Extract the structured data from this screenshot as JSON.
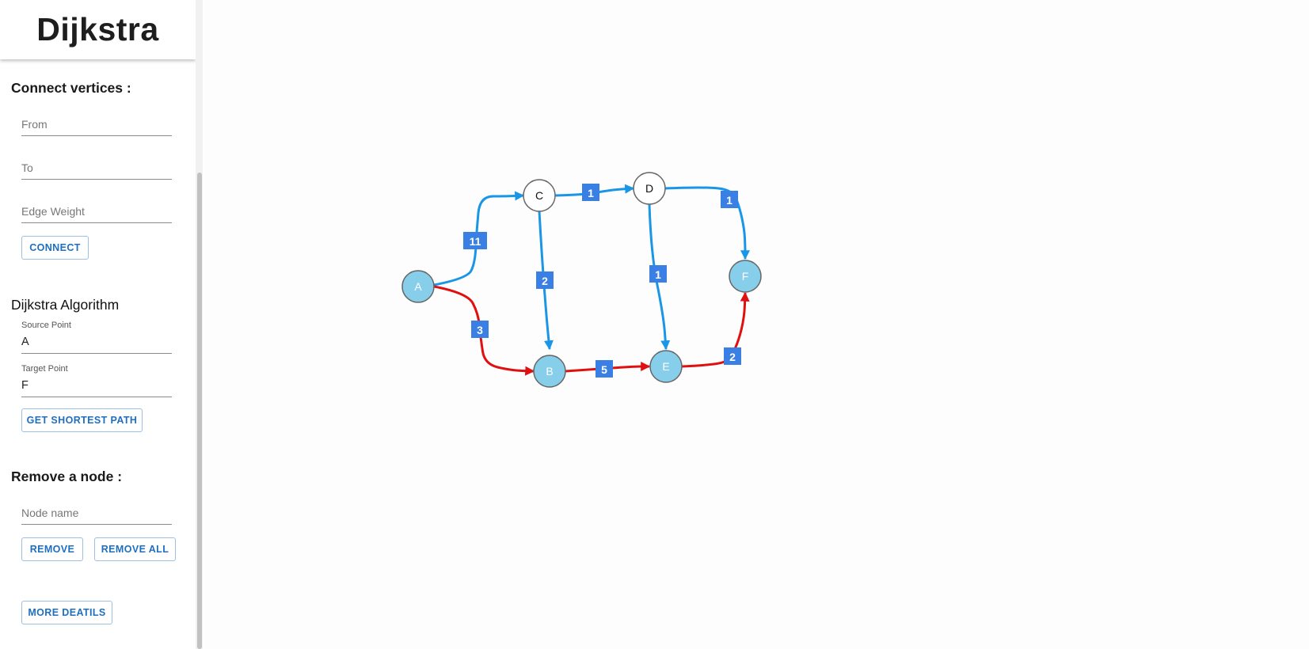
{
  "app": {
    "title": "Dijkstra"
  },
  "connect": {
    "heading": "Connect vertices :",
    "from_placeholder": "From",
    "to_placeholder": "To",
    "weight_placeholder": "Edge Weight",
    "button_label": "CONNECT"
  },
  "algorithm": {
    "heading": "Dijkstra Algorithm",
    "source_label": "Source Point",
    "source_value": "A",
    "target_label": "Target Point",
    "target_value": "F",
    "button_label": "GET SHORTEST PATH"
  },
  "remove": {
    "heading": "Remove a node :",
    "node_placeholder": "Node name",
    "remove_label": "REMOVE",
    "remove_all_label": "REMOVE ALL"
  },
  "more_details_label": "MORE DEATILS",
  "colors": {
    "edge": "#1a96e6",
    "path_edge": "#e01010",
    "weight_badge": "#3a7fe3",
    "node_highlight": "#87ceeb",
    "node_default": "#ffffff",
    "button_text": "#1f6fbf"
  },
  "graph": {
    "nodes": [
      {
        "id": "A",
        "highlighted": true
      },
      {
        "id": "B",
        "highlighted": true
      },
      {
        "id": "C",
        "highlighted": false
      },
      {
        "id": "D",
        "highlighted": false
      },
      {
        "id": "E",
        "highlighted": true
      },
      {
        "id": "F",
        "highlighted": true
      }
    ],
    "edges": [
      {
        "from": "A",
        "to": "C",
        "weight": "11",
        "on_path": false
      },
      {
        "from": "A",
        "to": "B",
        "weight": "3",
        "on_path": true
      },
      {
        "from": "C",
        "to": "D",
        "weight": "1",
        "on_path": false
      },
      {
        "from": "C",
        "to": "B",
        "weight": "2",
        "on_path": false
      },
      {
        "from": "D",
        "to": "F",
        "weight": "1",
        "on_path": false
      },
      {
        "from": "D",
        "to": "E",
        "weight": "1",
        "on_path": false
      },
      {
        "from": "B",
        "to": "E",
        "weight": "5",
        "on_path": true
      },
      {
        "from": "E",
        "to": "F",
        "weight": "2",
        "on_path": true
      }
    ]
  }
}
